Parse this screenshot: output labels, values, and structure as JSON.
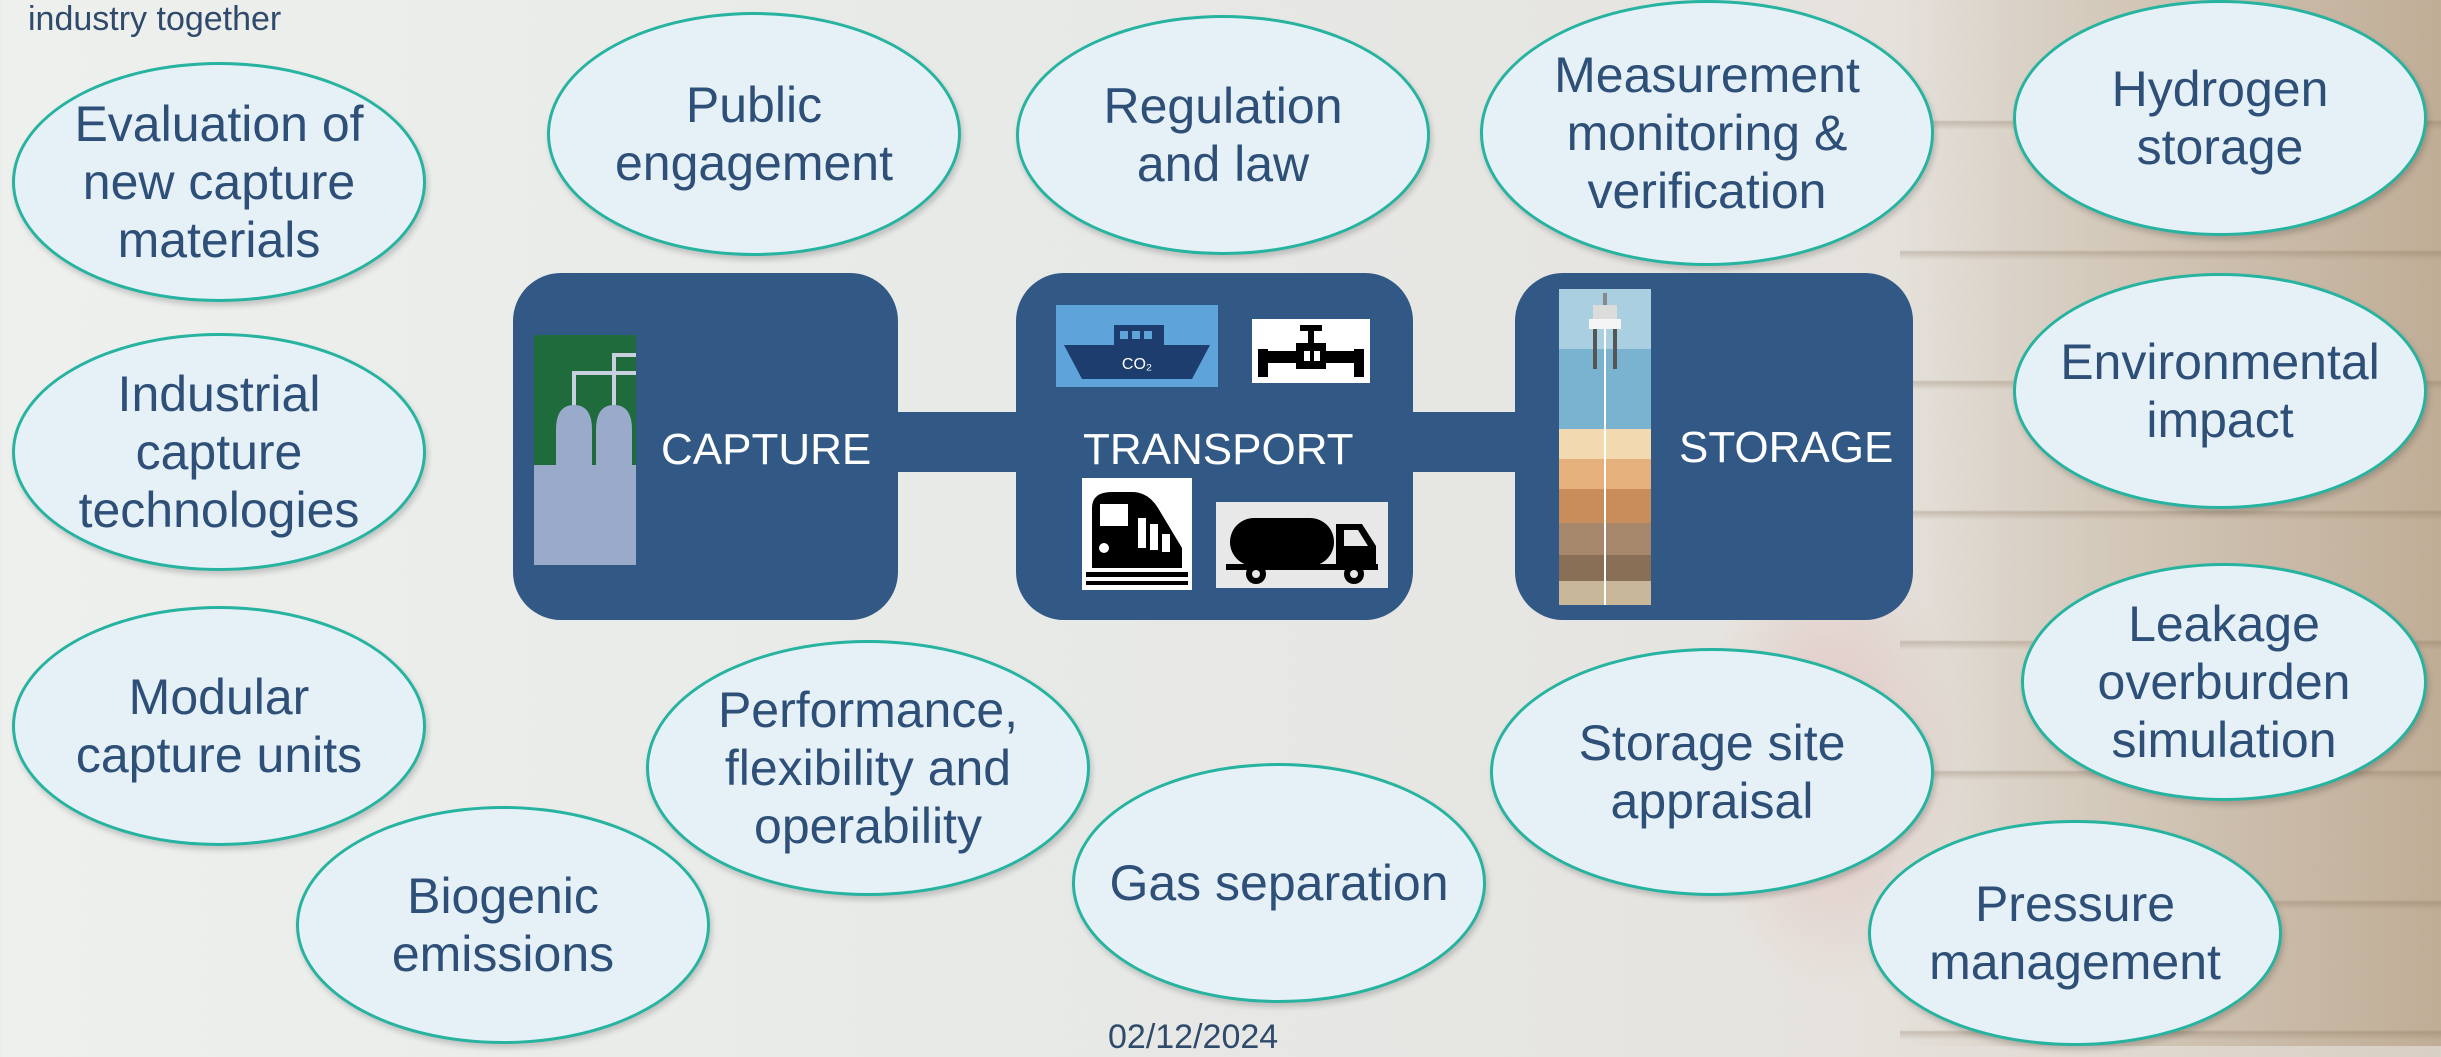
{
  "subtitle": "industry together",
  "date": "02/12/2024",
  "stages": {
    "capture": "CAPTURE",
    "transport": "TRANSPORT",
    "storage": "STORAGE"
  },
  "icons": {
    "ship_text": "CO₂"
  },
  "bubbles": {
    "evaluation": [
      "Evaluation of",
      "new capture",
      "materials"
    ],
    "industrial": [
      "Industrial",
      "capture",
      "technologies"
    ],
    "modular": [
      "Modular",
      "capture units"
    ],
    "biogenic": [
      "Biogenic",
      "emissions"
    ],
    "public": [
      "Public",
      "engagement"
    ],
    "regulation": [
      "Regulation",
      "and law"
    ],
    "measurement": [
      "Measurement",
      "monitoring &",
      "verification"
    ],
    "hydrogen": [
      "Hydrogen",
      "storage"
    ],
    "environmental": [
      "Environmental",
      "impact"
    ],
    "leakage": [
      "Leakage",
      "overburden",
      "simulation"
    ],
    "pressure": [
      "Pressure",
      "management"
    ],
    "performance": [
      "Performance,",
      "flexibility and",
      "operability"
    ],
    "gas": [
      "Gas separation"
    ],
    "storage_site": [
      "Storage site",
      "appraisal"
    ]
  },
  "colors": {
    "stage_fill": "#325986",
    "bubble_fill": "#e6f1f7",
    "bubble_border": "#26b3a0",
    "bubble_text": "#2d4f78"
  }
}
